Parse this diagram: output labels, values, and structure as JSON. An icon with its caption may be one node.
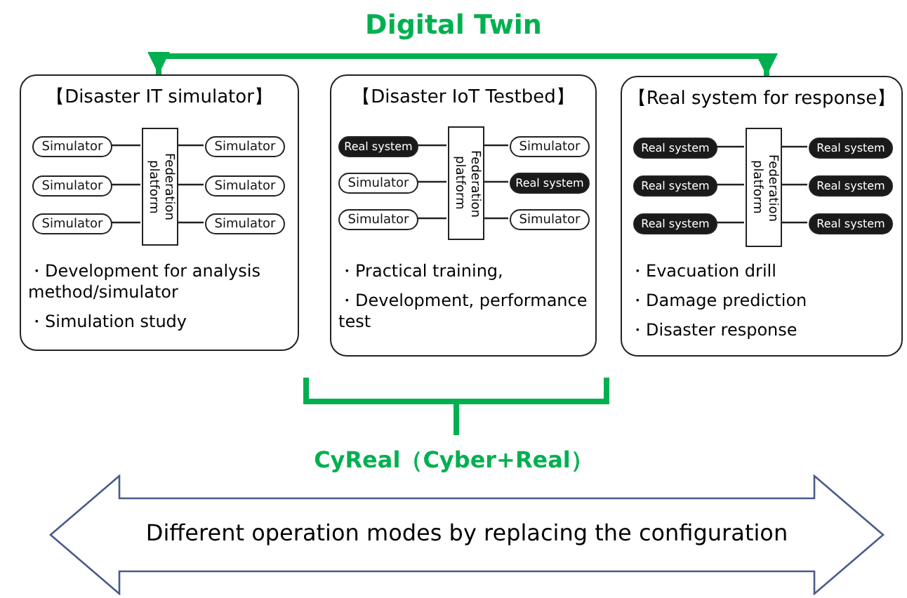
{
  "diagram": {
    "nodes": [
      {
        "text": [
          "【Disaster IT simulator】",
          "・Development for analysis method/simulator",
          "・Simulation study"
        ]
      },
      {
        "text": [
          "Federation platform"
        ],
        "in": 0
      },
      {
        "text": [
          "Simulator"
        ],
        "in": 0
      },
      {
        "text": [
          "Simulator"
        ],
        "in": 0
      },
      {
        "text": [
          "Simulator"
        ],
        "in": 0
      },
      {
        "text": [
          "Simulator"
        ],
        "in": 0
      },
      {
        "text": [
          "Simulator"
        ],
        "in": 0
      },
      {
        "text": [
          "Simulator"
        ],
        "in": 0
      },
      {
        "text": [
          "【Disaster IoT Testbed】",
          "・Practical training,",
          "・Development, performance test"
        ]
      },
      {
        "text": [
          "Federation platform"
        ],
        "in": 8
      },
      {
        "text": [
          "Real system"
        ],
        "in": 8
      },
      {
        "text": [
          "Simulator"
        ],
        "in": 8
      },
      {
        "text": [
          "Simulator"
        ],
        "in": 8
      },
      {
        "text": [
          "Real system"
        ],
        "in": 8
      },
      {
        "text": [
          "Simulator"
        ],
        "in": 8
      },
      {
        "text": [
          "Simulator"
        ],
        "in": 8
      },
      {
        "text": [
          "【Real system for response】",
          "・Evacuation drill",
          "・Damage prediction",
          "・Disaster response"
        ]
      },
      {
        "text": [
          "Federation platform"
        ],
        "in": 16
      },
      {
        "text": [
          "Real system"
        ],
        "in": 16
      },
      {
        "text": [
          "Real system"
        ],
        "in": 16
      },
      {
        "text": [
          "Real system"
        ],
        "in": 16
      },
      {
        "text": [
          "Real system"
        ],
        "in": 16
      },
      {
        "text": [
          "Real system"
        ],
        "in": 16
      },
      {
        "text": [
          "Real system"
        ],
        "in": 16
      },
      {
        "text": [
          "Different operation modes by replacing the configuration"
        ]
      }
    ],
    "edges": [
      {
        "from": 0,
        "to": 16,
        "arrow": "both",
        "label": "Digital Twin",
        "style": "thick",
        "color": "#00b050"
      },
      {
        "from": 2,
        "to": 1,
        "arrow": "none"
      },
      {
        "from": 3,
        "to": 1,
        "arrow": "none"
      },
      {
        "from": 4,
        "to": 1,
        "arrow": "none"
      },
      {
        "from": 5,
        "to": 1,
        "arrow": "none"
      },
      {
        "from": 6,
        "to": 1,
        "arrow": "none"
      },
      {
        "from": 7,
        "to": 1,
        "arrow": "none"
      },
      {
        "from": 10,
        "to": 9,
        "arrow": "none"
      },
      {
        "from": 11,
        "to": 9,
        "arrow": "none"
      },
      {
        "from": 12,
        "to": 9,
        "arrow": "none"
      },
      {
        "from": 13,
        "to": 9,
        "arrow": "none"
      },
      {
        "from": 14,
        "to": 9,
        "arrow": "none"
      },
      {
        "from": 15,
        "to": 9,
        "arrow": "none"
      },
      {
        "from": 18,
        "to": 17,
        "arrow": "none"
      },
      {
        "from": 19,
        "to": 17,
        "arrow": "none"
      },
      {
        "from": 20,
        "to": 17,
        "arrow": "none"
      },
      {
        "from": 21,
        "to": 17,
        "arrow": "none"
      },
      {
        "from": 22,
        "to": 17,
        "arrow": "none"
      },
      {
        "from": 23,
        "to": 17,
        "arrow": "none"
      }
    ],
    "labels": [
      "CyReal（Cyber+Real）"
    ]
  }
}
